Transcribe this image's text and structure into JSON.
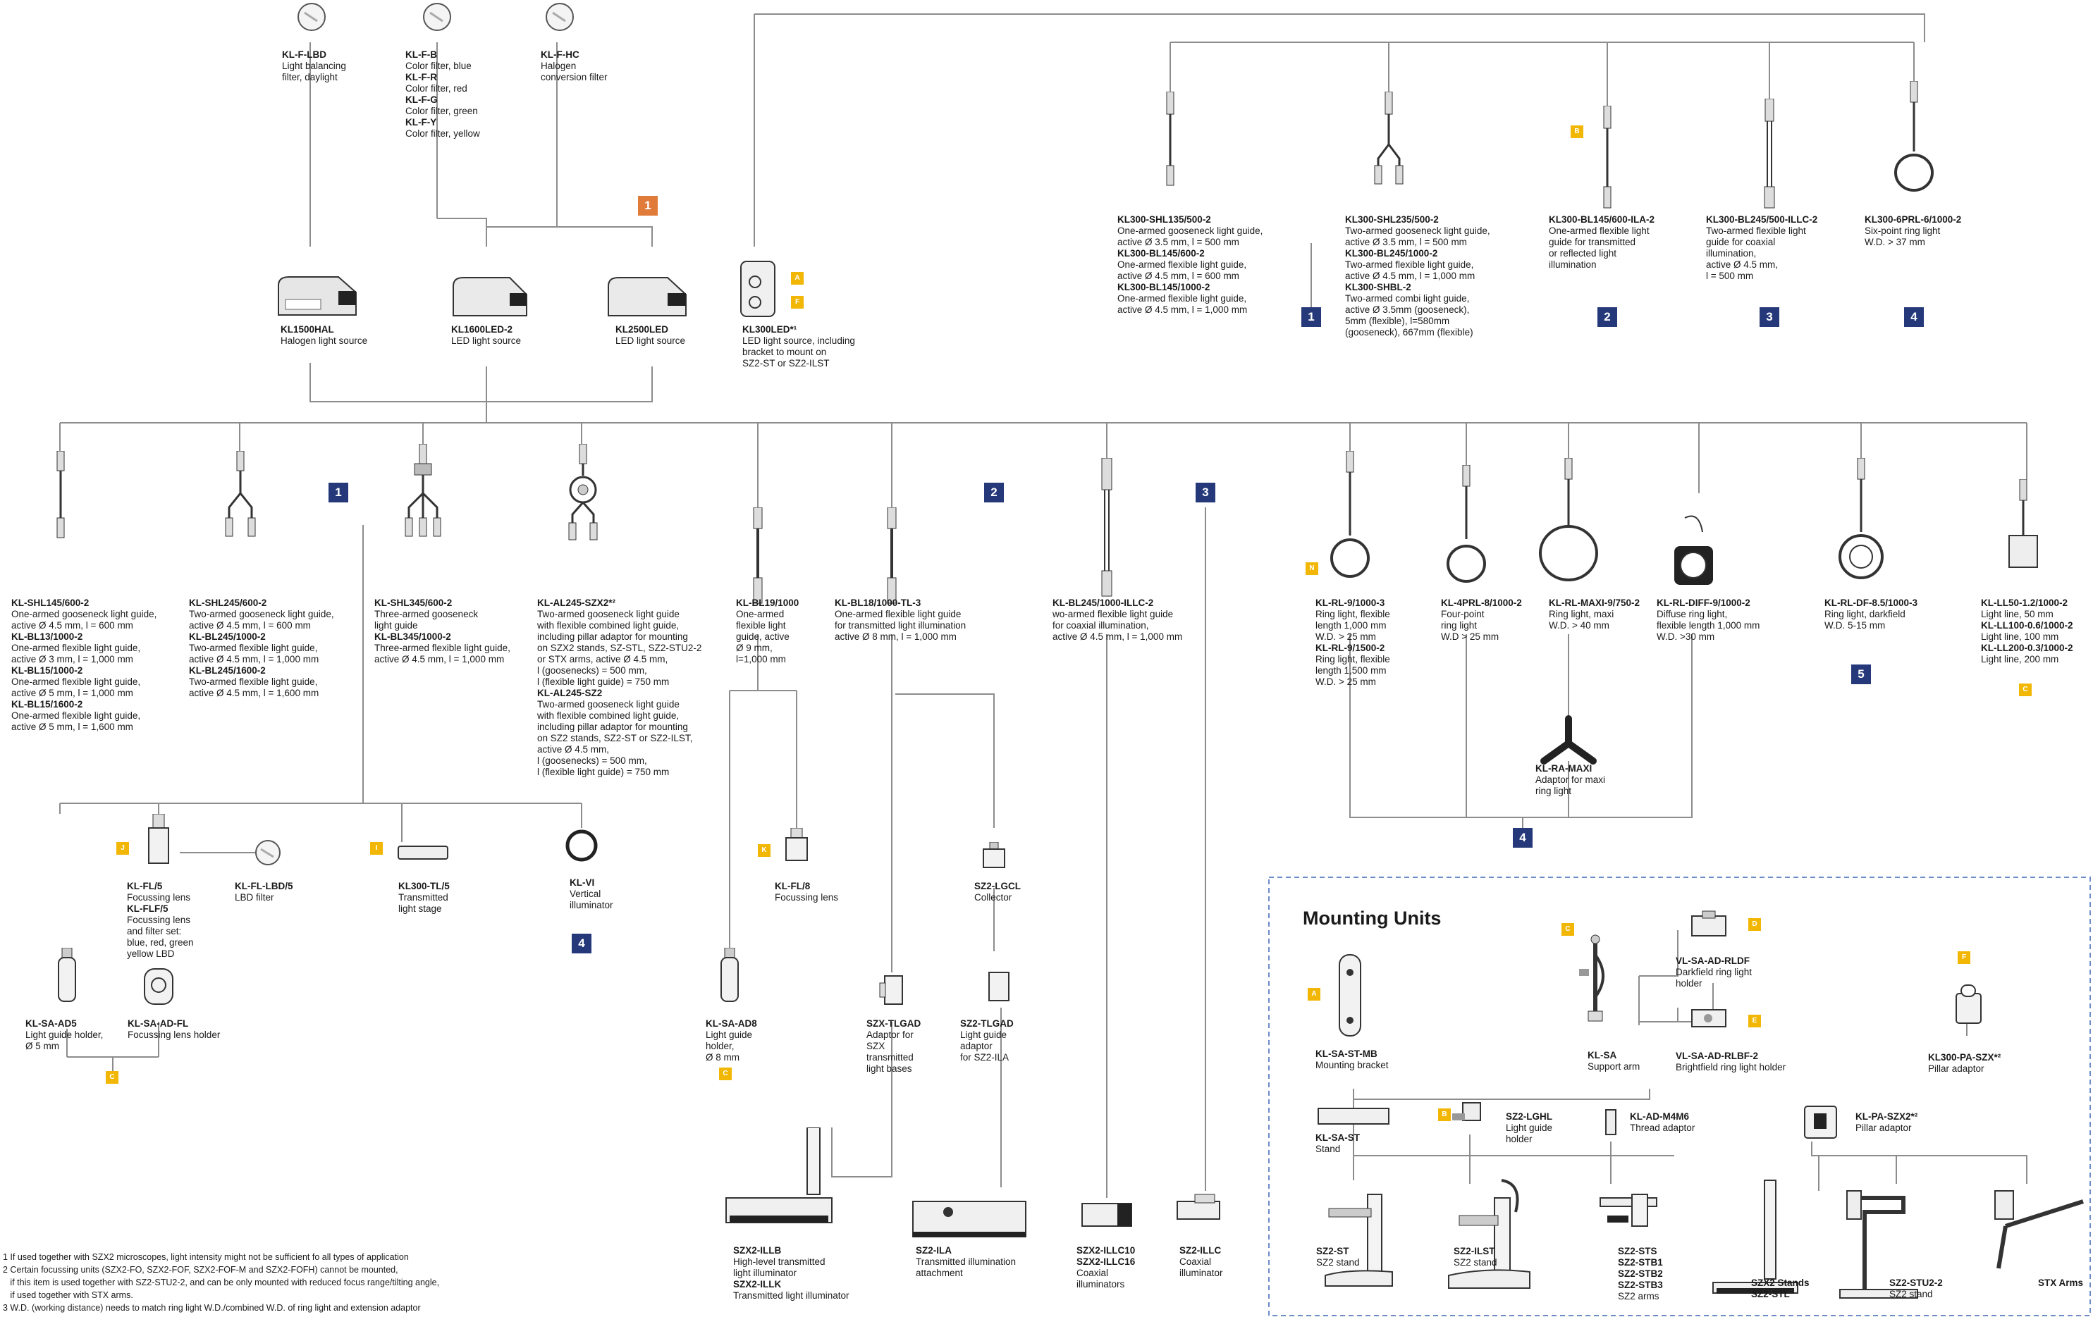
{
  "filters": [
    {
      "id": "f1",
      "lines": [
        {
          "b": "KL-F-LBD"
        },
        {
          "t": "Light balancing"
        },
        {
          "t": "filter, daylight"
        }
      ]
    },
    {
      "id": "f2",
      "lines": [
        {
          "b": "KL-F-B"
        },
        {
          "t": "Color filter, blue"
        },
        {
          "b": "KL-F-R"
        },
        {
          "t": "Color filter, red"
        },
        {
          "b": "KL-F-G"
        },
        {
          "t": "Color filter, green"
        },
        {
          "b": "KL-F-Y"
        },
        {
          "t": "Color filter, yellow"
        }
      ]
    },
    {
      "id": "f3",
      "lines": [
        {
          "b": "KL-F-HC"
        },
        {
          "t": "Halogen"
        },
        {
          "t": "conversion filter"
        }
      ]
    }
  ],
  "sources": [
    {
      "id": "s1",
      "lines": [
        {
          "b": "KL1500HAL"
        },
        {
          "t": "Halogen light source"
        }
      ]
    },
    {
      "id": "s2",
      "lines": [
        {
          "b": "KL1600LED-2"
        },
        {
          "t": "LED light source"
        }
      ]
    },
    {
      "id": "s3",
      "lines": [
        {
          "b": "KL2500LED"
        },
        {
          "t": "LED light source"
        }
      ]
    },
    {
      "id": "s4",
      "lines": [
        {
          "b": "KL300LED*¹"
        },
        {
          "t": "LED light source, including"
        },
        {
          "t": "bracket to mount on"
        },
        {
          "t": "SZ2-ST or SZ2-ILST"
        }
      ]
    }
  ],
  "kl300_guides": [
    {
      "id": "g1",
      "lines": [
        {
          "b": "KL300-SHL135/500-2"
        },
        {
          "t": "One-armed gooseneck light guide,"
        },
        {
          "t": "active Ø 3.5 mm, l = 500 mm"
        },
        {
          "b": "KL300-BL145/600-2"
        },
        {
          "t": "One-armed flexible light guide,"
        },
        {
          "t": "active Ø 4.5 mm, l = 600 mm"
        },
        {
          "b": "KL300-BL145/1000-2"
        },
        {
          "t": "One-armed flexible light guide,"
        },
        {
          "t": "active Ø 4.5 mm, l = 1,000 mm"
        }
      ]
    },
    {
      "id": "g2",
      "lines": [
        {
          "b": "KL300-SHL235/500-2"
        },
        {
          "t": "Two-armed gooseneck light guide,"
        },
        {
          "t": "active Ø 3.5 mm, l = 500 mm"
        },
        {
          "b": "KL300-BL245/1000-2"
        },
        {
          "t": "Two-armed flexible light guide,"
        },
        {
          "t": "active Ø 4.5 mm, l = 1,000 mm"
        },
        {
          "b": "KL300-SHBL-2"
        },
        {
          "t": "Two-armed combi light guide,"
        },
        {
          "t": "active Ø 3.5mm (gooseneck),"
        },
        {
          "t": "5mm (flexible), l=580mm"
        },
        {
          "t": "(gooseneck), 667mm (flexible)"
        }
      ]
    },
    {
      "id": "g3",
      "lines": [
        {
          "b": "KL300-BL145/600-ILA-2"
        },
        {
          "t": "One-armed flexible light"
        },
        {
          "t": "guide for transmitted"
        },
        {
          "t": "or reflected light"
        },
        {
          "t": "illumination"
        }
      ]
    },
    {
      "id": "g4",
      "lines": [
        {
          "b": "KL300-BL245/500-ILLC-2"
        },
        {
          "t": "Two-armed flexible light"
        },
        {
          "t": "guide for coaxial"
        },
        {
          "t": "illumination,"
        },
        {
          "t": "active Ø 4.5 mm,"
        },
        {
          "t": "l = 500 mm"
        }
      ]
    },
    {
      "id": "g5",
      "lines": [
        {
          "b": "KL300-6PRL-6/1000-2"
        },
        {
          "t": "Six-point ring light"
        },
        {
          "t": "W.D. > 37 mm"
        }
      ]
    }
  ],
  "guides": [
    {
      "id": "h1",
      "lines": [
        {
          "b": "KL-SHL145/600-2"
        },
        {
          "t": "One-armed gooseneck light guide,"
        },
        {
          "t": "active Ø 4.5 mm, l = 600 mm"
        },
        {
          "b": "KL-BL13/1000-2"
        },
        {
          "t": "One-armed flexible light guide,"
        },
        {
          "t": "active Ø 3 mm, l = 1,000 mm"
        },
        {
          "b": "KL-BL15/1000-2"
        },
        {
          "t": "One-armed flexible light guide,"
        },
        {
          "t": "active Ø 5 mm, l = 1,000 mm"
        },
        {
          "b": "KL-BL15/1600-2"
        },
        {
          "t": "One-armed flexible light guide,"
        },
        {
          "t": "active Ø 5 mm, l = 1,600 mm"
        }
      ]
    },
    {
      "id": "h2",
      "lines": [
        {
          "b": "KL-SHL245/600-2"
        },
        {
          "t": "Two-armed gooseneck light guide,"
        },
        {
          "t": "active Ø 4.5 mm, l = 600 mm"
        },
        {
          "b": "KL-BL245/1000-2"
        },
        {
          "t": "Two-armed flexible light guide,"
        },
        {
          "t": "active Ø 4.5 mm, l = 1,000 mm"
        },
        {
          "b": "KL-BL245/1600-2"
        },
        {
          "t": "Two-armed flexible light guide,"
        },
        {
          "t": "active Ø 4.5 mm, l = 1,600 mm"
        }
      ]
    },
    {
      "id": "h3",
      "lines": [
        {
          "b": "KL-SHL345/600-2"
        },
        {
          "t": "Three-armed gooseneck"
        },
        {
          "t": "light guide"
        },
        {
          "b": "KL-BL345/1000-2"
        },
        {
          "t": "Three-armed flexible light guide,"
        },
        {
          "t": "active Ø 4.5 mm, l = 1,000 mm"
        }
      ]
    },
    {
      "id": "h4",
      "lines": [
        {
          "b": "KL-AL245-SZX2*²"
        },
        {
          "t": "Two-armed gooseneck light guide"
        },
        {
          "t": "with flexible combined light guide,"
        },
        {
          "t": "including pillar adaptor for mounting"
        },
        {
          "t": "on SZX2 stands, SZ-STL, SZ2-STU2-2"
        },
        {
          "t": "or STX arms, active Ø 4.5 mm,"
        },
        {
          "t": "l (goosenecks) = 500 mm,"
        },
        {
          "t": "l (flexible light guide) = 750 mm"
        },
        {
          "b": "KL-AL245-SZ2"
        },
        {
          "t": "Two-armed gooseneck light guide"
        },
        {
          "t": "with flexible combined light guide,"
        },
        {
          "t": "including pillar adaptor for mounting"
        },
        {
          "t": "on SZ2 stands, SZ2-ST or SZ2-ILST,"
        },
        {
          "t": "active Ø 4.5 mm,"
        },
        {
          "t": "l (goosenecks) = 500 mm,"
        },
        {
          "t": "l (flexible light guide) = 750 mm"
        }
      ]
    },
    {
      "id": "h5",
      "lines": [
        {
          "b": "KL-BL19/1000"
        },
        {
          "t": "One-armed"
        },
        {
          "t": "flexible light"
        },
        {
          "t": "guide, active"
        },
        {
          "t": "Ø 9 mm,"
        },
        {
          "t": "l=1,000 mm"
        }
      ]
    },
    {
      "id": "h6",
      "lines": [
        {
          "b": "KL-BL18/1000-TL-3"
        },
        {
          "t": "One-armed flexible light guide"
        },
        {
          "t": "for transmitted light illumination"
        },
        {
          "t": "active Ø 8 mm, l = 1,000 mm"
        }
      ]
    },
    {
      "id": "h7",
      "lines": [
        {
          "b": "KL-BL245/1000-ILLC-2"
        },
        {
          "t": "wo-armed flexible light guide"
        },
        {
          "t": "for coaxial illumination,"
        },
        {
          "t": "active Ø 4.5 mm, l = 1,000 mm"
        }
      ]
    },
    {
      "id": "h8",
      "lines": [
        {
          "b": "KL-RL-9/1000-3"
        },
        {
          "t": "Ring light, flexible"
        },
        {
          "t": "length 1,000 mm"
        },
        {
          "t": "W.D. > 25 mm"
        },
        {
          "b": "KL-RL-9/1500-2"
        },
        {
          "t": "Ring light, flexible"
        },
        {
          "t": "length 1,500 mm"
        },
        {
          "t": "W.D. > 25 mm"
        }
      ]
    },
    {
      "id": "h9",
      "lines": [
        {
          "b": "KL-4PRL-8/1000-2"
        },
        {
          "t": "Four-point"
        },
        {
          "t": "ring light"
        },
        {
          "t": "W.D > 25 mm"
        }
      ]
    },
    {
      "id": "h10",
      "lines": [
        {
          "b": "KL-RL-MAXI-9/750-2"
        },
        {
          "t": "Ring light, maxi"
        },
        {
          "t": "W.D. > 40 mm"
        }
      ]
    },
    {
      "id": "h11",
      "lines": [
        {
          "b": "KL-RL-DIFF-9/1000-2"
        },
        {
          "t": "Diffuse ring light,"
        },
        {
          "t": "flexible length 1,000 mm"
        },
        {
          "t": "W.D. >30 mm"
        }
      ]
    },
    {
      "id": "h12",
      "lines": [
        {
          "b": "KL-RL-DF-8.5/1000-3"
        },
        {
          "t": "Ring light, darkfield"
        },
        {
          "t": "W.D. 5-15 mm"
        }
      ]
    },
    {
      "id": "h13",
      "lines": [
        {
          "b": "KL-LL50-1.2/1000-2"
        },
        {
          "t": "Light line, 50 mm"
        },
        {
          "b": "KL-LL100-0.6/1000-2"
        },
        {
          "t": "Light line, 100 mm"
        },
        {
          "b": "KL-LL200-0.3/1000-2"
        },
        {
          "t": "Light line, 200 mm"
        }
      ]
    }
  ],
  "accessories": [
    {
      "id": "a1",
      "lines": [
        {
          "b": "KL-RA-MAXI"
        },
        {
          "t": "Adaptor for maxi"
        },
        {
          "t": "ring light"
        }
      ]
    },
    {
      "id": "a2",
      "lines": [
        {
          "b": "KL-FL/5"
        },
        {
          "t": "Focussing lens"
        },
        {
          "b": "KL-FLF/5"
        },
        {
          "t": "Focussing lens"
        },
        {
          "t": "and filter set:"
        },
        {
          "t": "blue, red, green"
        },
        {
          "t": "yellow LBD"
        }
      ]
    },
    {
      "id": "a3",
      "lines": [
        {
          "b": "KL-FL-LBD/5"
        },
        {
          "t": "LBD filter"
        }
      ]
    },
    {
      "id": "a4",
      "lines": [
        {
          "b": "KL300-TL/5"
        },
        {
          "t": "Transmitted"
        },
        {
          "t": "light stage"
        }
      ]
    },
    {
      "id": "a5",
      "lines": [
        {
          "b": "KL-VI"
        },
        {
          "t": "Vertical"
        },
        {
          "t": "illuminator"
        }
      ]
    },
    {
      "id": "a6",
      "lines": [
        {
          "b": "KL-FL/8"
        },
        {
          "t": "Focussing lens"
        }
      ]
    },
    {
      "id": "a7",
      "lines": [
        {
          "b": "SZ2-LGCL"
        },
        {
          "t": "Collector"
        }
      ]
    },
    {
      "id": "a8",
      "lines": [
        {
          "b": "KL-SA-AD5"
        },
        {
          "t": "Light guide holder,"
        },
        {
          "t": "Ø 5 mm"
        }
      ]
    },
    {
      "id": "a9",
      "lines": [
        {
          "b": "KL-SA-AD-FL"
        },
        {
          "t": "Focussing lens holder"
        }
      ]
    },
    {
      "id": "a10",
      "lines": [
        {
          "b": "KL-SA-AD8"
        },
        {
          "t": "Light guide"
        },
        {
          "t": "holder,"
        },
        {
          "t": "Ø 8 mm"
        }
      ]
    },
    {
      "id": "a11",
      "lines": [
        {
          "b": "SZX-TLGAD"
        },
        {
          "t": "Adaptor for"
        },
        {
          "t": "SZX"
        },
        {
          "t": "transmitted"
        },
        {
          "t": "light bases"
        }
      ]
    },
    {
      "id": "a12",
      "lines": [
        {
          "b": "SZ2-TLGAD"
        },
        {
          "t": "Light guide"
        },
        {
          "t": "adaptor"
        },
        {
          "t": "for SZ2-ILA"
        }
      ]
    },
    {
      "id": "a13",
      "lines": [
        {
          "b": "SZX2-ILLB"
        },
        {
          "t": "High-level transmitted"
        },
        {
          "t": "light illuminator"
        },
        {
          "b": "SZX2-ILLK"
        },
        {
          "t": "Transmitted light illuminator"
        }
      ]
    },
    {
      "id": "a14",
      "lines": [
        {
          "b": "SZ2-ILA"
        },
        {
          "t": "Transmitted illumination"
        },
        {
          "t": "attachment"
        }
      ]
    },
    {
      "id": "a15",
      "lines": [
        {
          "b": "SZX2-ILLC10"
        },
        {
          "b": "SZX2-ILLC16"
        },
        {
          "t": "Coaxial"
        },
        {
          "t": "illuminators"
        }
      ]
    },
    {
      "id": "a16",
      "lines": [
        {
          "b": "SZ2-ILLC"
        },
        {
          "t": "Coaxial"
        },
        {
          "t": "illuminator"
        }
      ]
    }
  ],
  "mounting": {
    "title": "Mounting Units",
    "items": [
      {
        "id": "m1",
        "lines": [
          {
            "b": "KL-SA-ST-MB"
          },
          {
            "t": "Mounting bracket"
          }
        ]
      },
      {
        "id": "m2",
        "lines": [
          {
            "b": "KL-SA"
          },
          {
            "t": "Support arm"
          }
        ]
      },
      {
        "id": "m3",
        "lines": [
          {
            "b": "VL-SA-AD-RLDF"
          },
          {
            "t": "Darkfield ring light"
          },
          {
            "t": "holder"
          }
        ]
      },
      {
        "id": "m4",
        "lines": [
          {
            "b": "VL-SA-AD-RLBF-2"
          },
          {
            "t": "Brightfield ring light holder"
          }
        ]
      },
      {
        "id": "m5",
        "lines": [
          {
            "b": "KL300-PA-SZX*²"
          },
          {
            "t": "Pillar adaptor"
          }
        ]
      },
      {
        "id": "m6",
        "lines": [
          {
            "b": "KL-SA-ST"
          },
          {
            "t": "Stand"
          }
        ]
      },
      {
        "id": "m7",
        "lines": [
          {
            "b": "SZ2-LGHL"
          },
          {
            "t": "Light guide"
          },
          {
            "t": "holder"
          }
        ]
      },
      {
        "id": "m8",
        "lines": [
          {
            "b": "KL-AD-M4M6"
          },
          {
            "t": "Thread adaptor"
          }
        ]
      },
      {
        "id": "m9",
        "lines": [
          {
            "b": "KL-PA-SZX2*²"
          },
          {
            "t": "Pillar adaptor"
          }
        ]
      },
      {
        "id": "m10",
        "lines": [
          {
            "b": "SZ2-ST"
          },
          {
            "t": "SZ2 stand"
          }
        ]
      },
      {
        "id": "m11",
        "lines": [
          {
            "b": "SZ2-ILST"
          },
          {
            "t": "SZ2 stand"
          }
        ]
      },
      {
        "id": "m12",
        "lines": [
          {
            "b": "SZ2-STS"
          },
          {
            "b": "SZ2-STB1"
          },
          {
            "b": "SZ2-STB2"
          },
          {
            "b": "SZ2-STB3"
          },
          {
            "t": "SZ2 arms"
          }
        ]
      },
      {
        "id": "m13",
        "lines": [
          {
            "b": "SZX2 Stands"
          },
          {
            "b": "SZ2-STL"
          }
        ]
      },
      {
        "id": "m14",
        "lines": [
          {
            "b": "SZ2-STU2-2"
          },
          {
            "t": "SZ2 stand"
          }
        ]
      },
      {
        "id": "m15",
        "lines": [
          {
            "b": "STX Arms"
          }
        ]
      }
    ]
  },
  "badges": {
    "one": "1",
    "two": "2",
    "three": "3",
    "four": "4",
    "five": "5"
  },
  "tags": {
    "A": "A",
    "B": "B",
    "C": "C",
    "D": "D",
    "E": "E",
    "F": "F",
    "I": "I",
    "J": "J",
    "K": "K",
    "N": "N"
  },
  "footnotes": [
    "1 If used together with SZX2 microscopes, light intensity might not be sufficient fo all types of application",
    "2 Certain focussing units (SZX2-FO, SZX2-FOF, SZX2-FOF-M and SZX2-FOFH) cannot be mounted,",
    "   if this item is used together with SZ2-STU2-2, and can be only mounted with reduced focus range/tilting angle,",
    "   if used together with STX arms.",
    "3 W.D. (working distance) needs to match ring light W.D./combined W.D. of ring light and extension adaptor"
  ],
  "colors": {
    "line": "#8c8c8c",
    "badge": "#25397a",
    "orange": "#e07b39",
    "tag": "#f2b705",
    "dash": "#6b8cc7"
  }
}
